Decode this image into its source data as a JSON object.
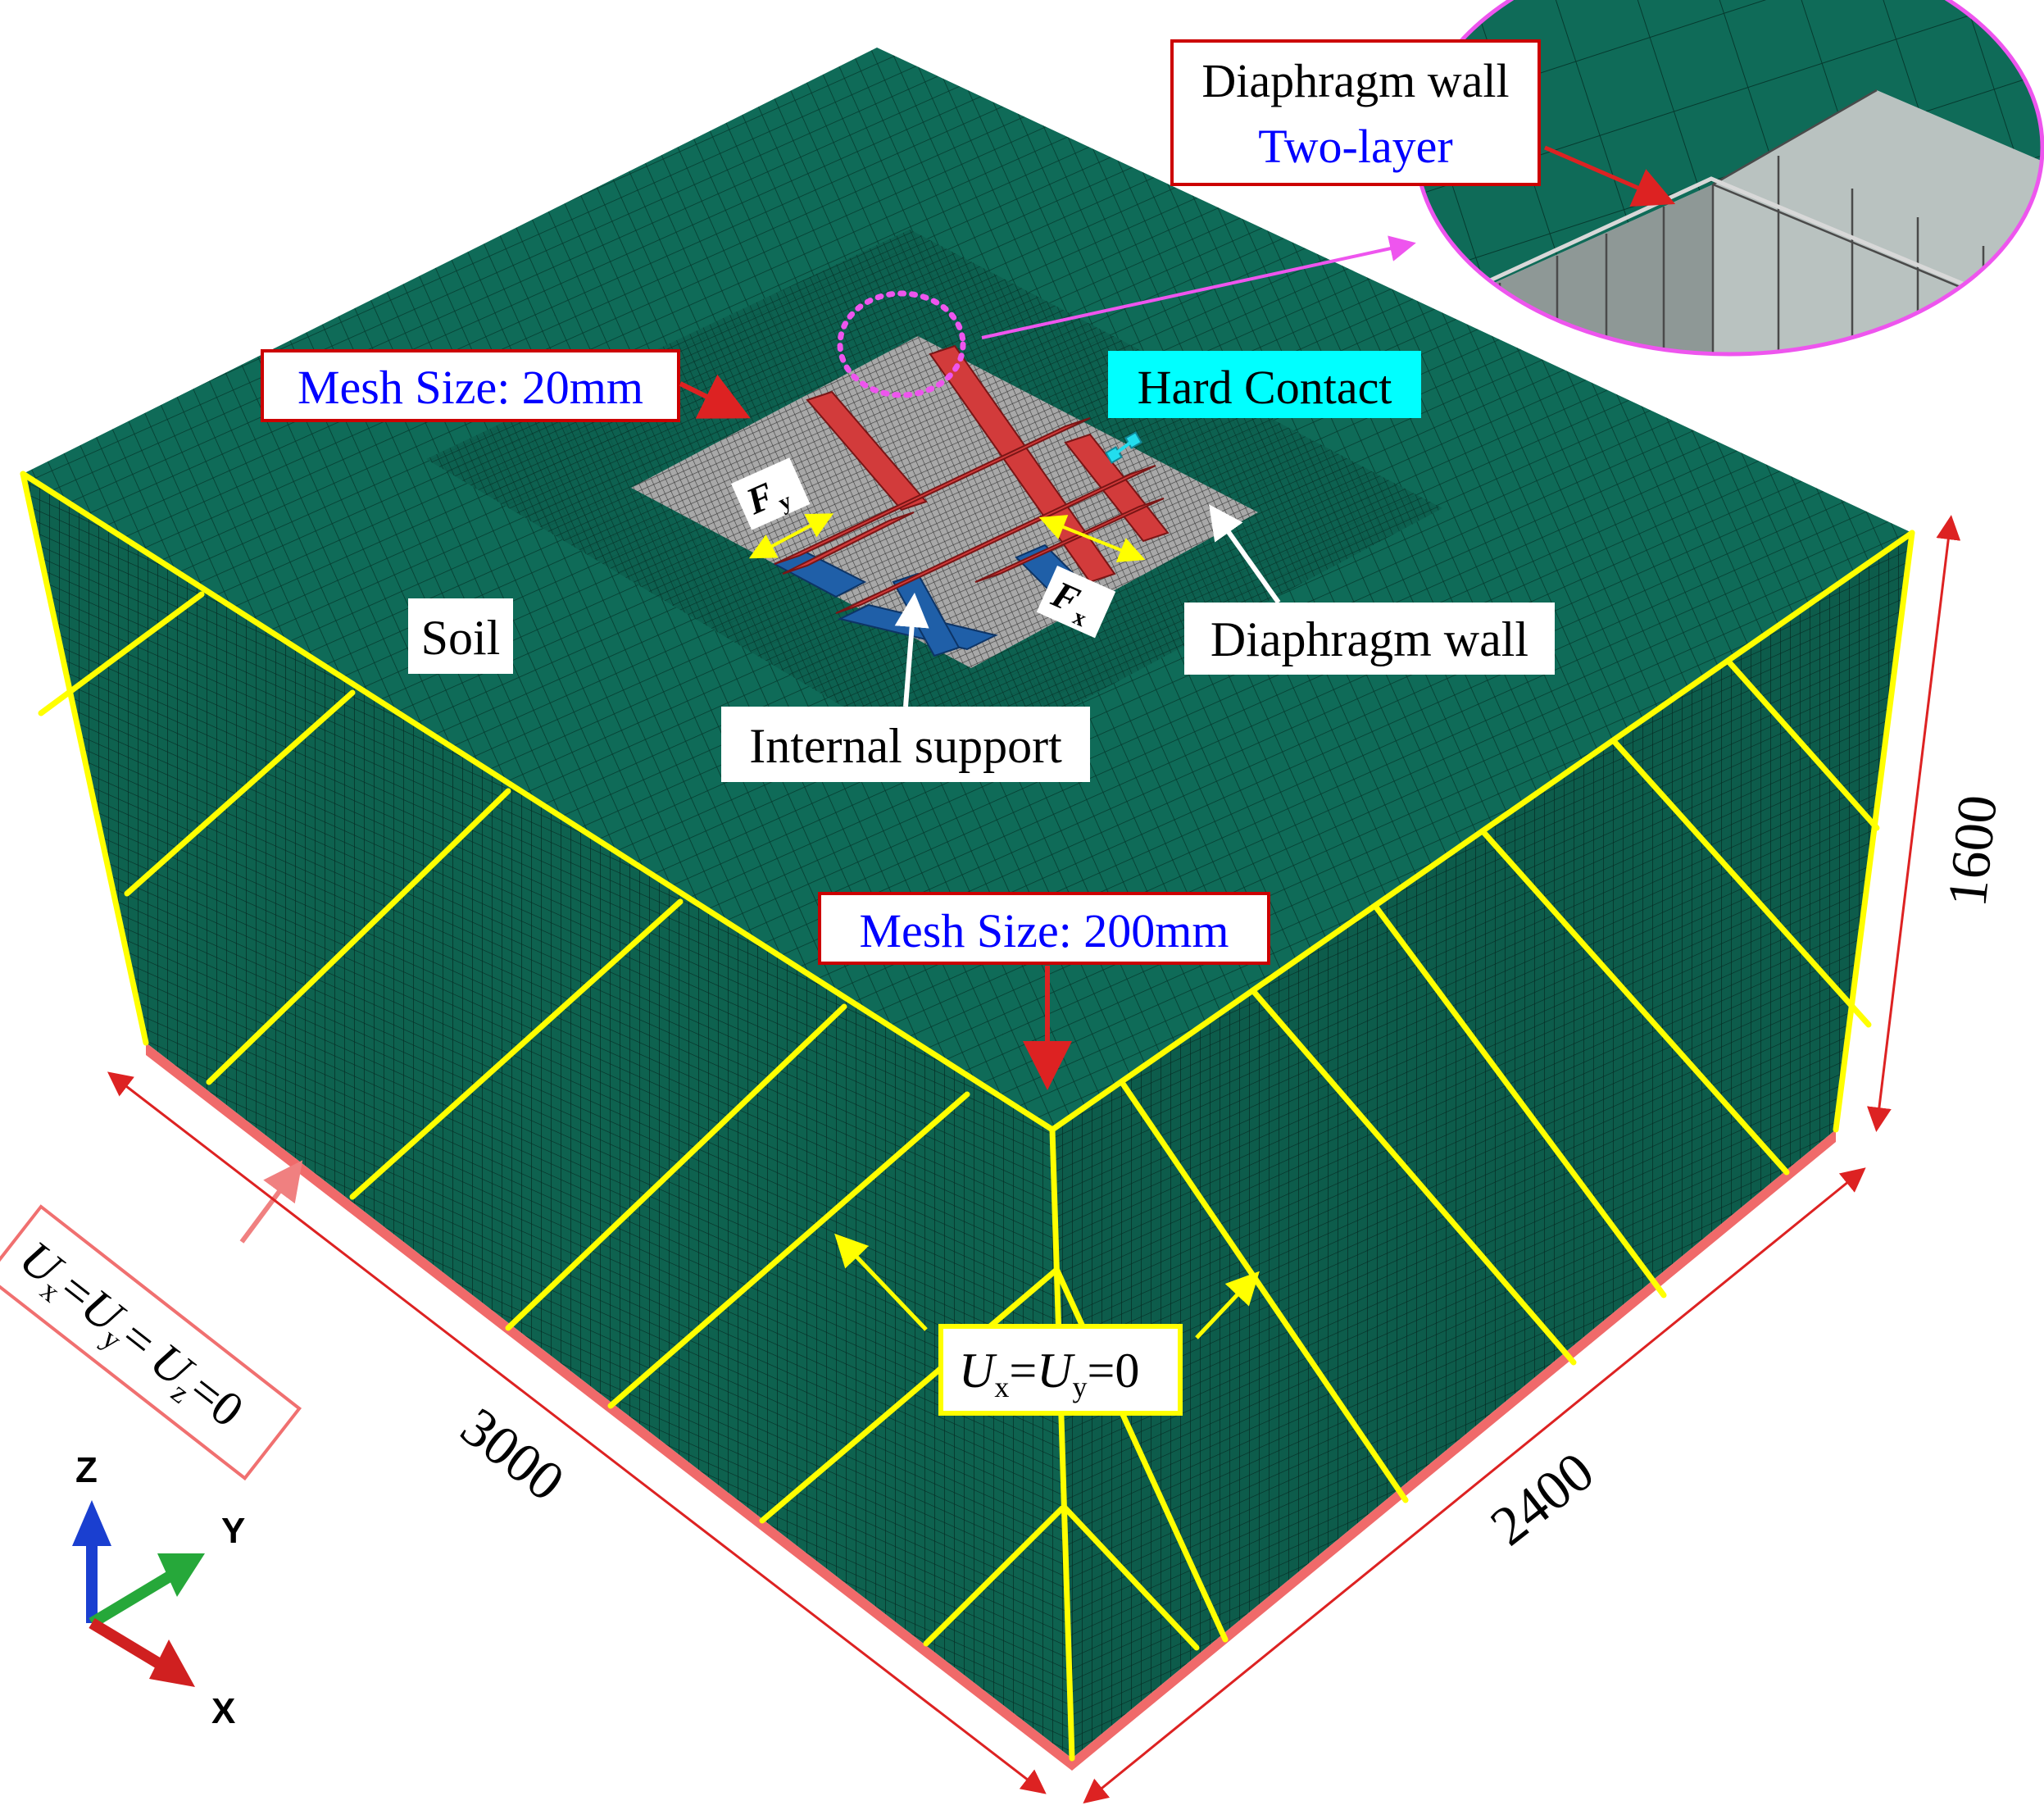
{
  "labels": {
    "mesh_fine": "Mesh Size: 20mm",
    "mesh_coarse": "Mesh Size: 200mm",
    "hard_contact": "Hard Contact",
    "soil": "Soil",
    "diaphragm_wall": "Diaphragm wall",
    "internal_support": "Internal support",
    "inset_line1": "Diaphragm wall",
    "inset_line2": "Two-layer",
    "bc_side_main": "U",
    "bc_side_sub_x": "x",
    "bc_side_sub_y": "y",
    "bc_side_sub_z": "z",
    "bc_side_eq": "=",
    "bc_side_zero": "=0",
    "bc_bottom_main": "U",
    "bc_bottom_sub_x": "x",
    "bc_bottom_sub_y": "y",
    "bc_bottom_eq": "=",
    "bc_bottom_zero": "=0",
    "force_y": "F",
    "force_y_sub": "y",
    "force_x": "F",
    "force_x_sub": "x"
  },
  "dimensions": {
    "length": "3000",
    "width": "2400",
    "height": "1600"
  },
  "axes": {
    "z": "Z",
    "y": "Y",
    "x": "X"
  },
  "colors": {
    "soil": "#0f6b58",
    "mesh_line": "#052a22",
    "boundary": "#ffff00",
    "base": "#f06a6a",
    "strut_top": "#d23b3b",
    "strut_lower": "#1f5fa8",
    "label_border": "#cc0000",
    "label_blue_text": "#0000ff",
    "hard_contact_bg": "#00ffff",
    "inset_border": "#ee55ee",
    "dim_arrow": "#dd2222"
  }
}
